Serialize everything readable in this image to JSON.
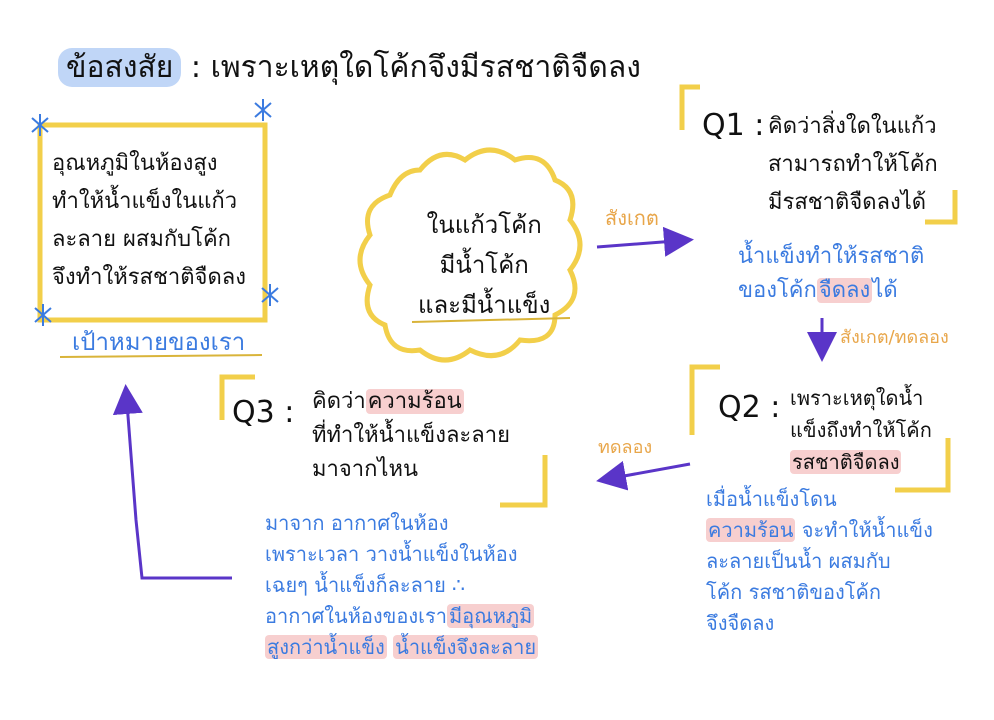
{
  "title": {
    "label": "ข้อสงสัย",
    "separator": ":",
    "question": "เพราะเหตุใดโค้กจึงมีรสชาติจืดลง"
  },
  "goal_box": {
    "lines": [
      "อุณหภูมิในห้องสูง",
      "ทำให้น้ำแข็งในแก้ว",
      "ละลาย ผสมกับโค้ก",
      "จึงทำให้รสชาติจืดลง"
    ],
    "caption": "เป้าหมายของเรา"
  },
  "cloud": {
    "lines": [
      "ในแก้วโค้ก",
      "มีน้ำโค้ก",
      "และมีน้ำแข็ง"
    ]
  },
  "arrows": {
    "observe": "สังเกต",
    "observe_experiment": "สังเกต/ทดลอง",
    "experiment": "ทดลอง"
  },
  "q1": {
    "label": "Q1 :",
    "lines": [
      [
        {
          "t": "คิดว่าสิ่งใดในแก้ว"
        }
      ],
      [
        {
          "t": "สามารถทำให้โค้ก"
        }
      ],
      [
        {
          "t": "มีรสชาติจืดลงได้"
        }
      ]
    ],
    "answer": [
      [
        {
          "t": "น้ำแข็งทำให้รสชาติ"
        }
      ],
      [
        {
          "t": "ของโค้ก"
        },
        {
          "t": "จืดลง",
          "hl": true
        },
        {
          "t": "ได้"
        }
      ]
    ]
  },
  "q2": {
    "label": "Q2 :",
    "lines": [
      [
        {
          "t": "เพราะเหตุใดน้ำ"
        }
      ],
      [
        {
          "t": "แข็งถึงทำให้โค้ก"
        }
      ],
      [
        {
          "t": "รสชาติจืดลง",
          "hl": true
        }
      ]
    ],
    "answer": [
      [
        {
          "t": "เมื่อน้ำแข็งโดน"
        }
      ],
      [
        {
          "t": "ความร้อน",
          "hl": true
        },
        {
          "t": " จะทำให้น้ำแข็ง"
        }
      ],
      [
        {
          "t": "ละลายเป็นน้ำ ผสมกับ"
        }
      ],
      [
        {
          "t": "โค้ก รสชาติของโค้ก"
        }
      ],
      [
        {
          "t": "จึงจืดลง"
        }
      ]
    ]
  },
  "q3": {
    "label": "Q3 :",
    "lines": [
      [
        {
          "t": "คิดว่า"
        },
        {
          "t": "ความร้อน",
          "hl": true
        }
      ],
      [
        {
          "t": "ที่ทำให้น้ำแข็งละลาย"
        }
      ],
      [
        {
          "t": "มาจากไหน"
        }
      ]
    ],
    "answer": [
      [
        {
          "t": "มาจาก อากาศในห้อง"
        }
      ],
      [
        {
          "t": "เพราะเวลา วางน้ำแข็งในห้อง"
        }
      ],
      [
        {
          "t": "เฉยๆ น้ำแข็งก็ละลาย ∴"
        }
      ],
      [
        {
          "t": "อากาศในห้องของเรา"
        },
        {
          "t": "มีอุณหภูมิ",
          "hl": true
        }
      ],
      [
        {
          "t": "สูงกว่าน้ำแข็ง",
          "hl": true
        },
        {
          "t": " "
        },
        {
          "t": "น้ำแข็งจึงละลาย",
          "hl": true
        }
      ]
    ]
  },
  "colors": {
    "yellow": "#f2cf4a",
    "purple": "#5a35c8",
    "blue": "#3b7be0",
    "orange": "#e8a64a",
    "pink": "#f0a0a0"
  }
}
